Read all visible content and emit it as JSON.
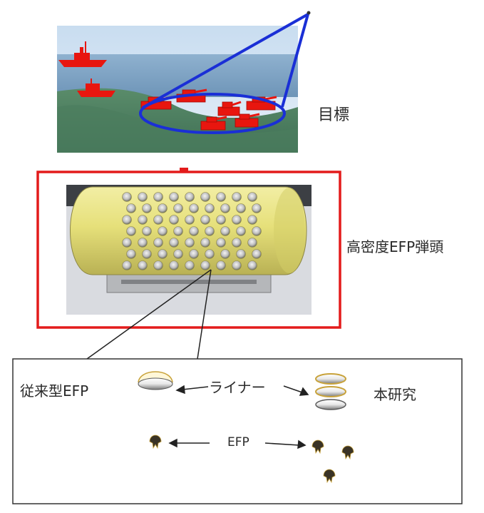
{
  "labels": {
    "target": "目標",
    "warhead": "高密度EFP弾頭",
    "conventional": "従来型EFP",
    "liner": "ライナー",
    "this_research": "本研究",
    "efp": "EFP"
  },
  "colors": {
    "frame_red": "#e31b1b",
    "beam_blue": "#1a2fd6",
    "ship_red": "#e8160f",
    "warhead_yellow": "#e6e07a",
    "liner_gold": "#c8a23a"
  }
}
